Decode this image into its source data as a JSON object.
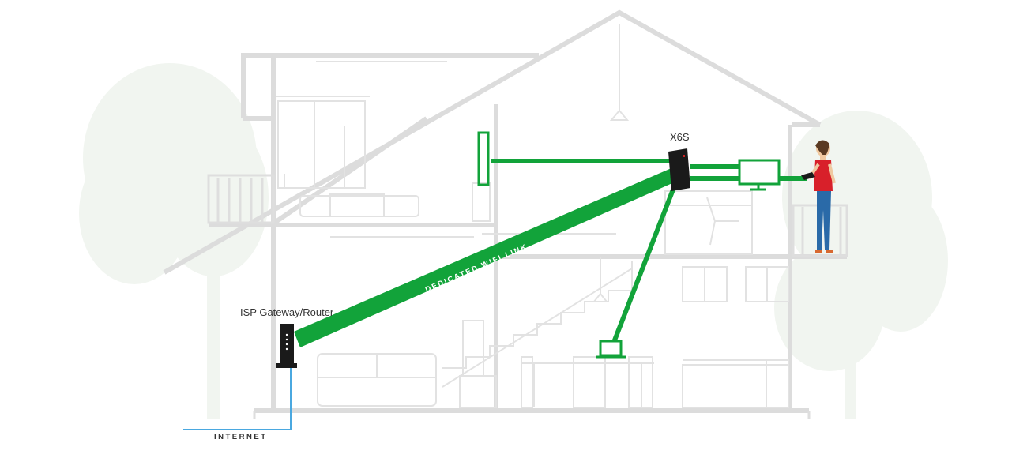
{
  "diagram": {
    "labels": {
      "isp_router": "ISP Gateway/Router",
      "extender": "X6S",
      "wifi_link": "DEDICATED WIFI LINK",
      "internet": "INTERNET"
    },
    "colors": {
      "link_green": "#12a33a",
      "cable_blue": "#4aa8e0",
      "house_outline": "#dcdcdc",
      "device_black": "#1a1a1a",
      "person_shirt": "#d8202a",
      "person_jeans": "#2a6aa8"
    },
    "icons": [
      "router-icon",
      "extender-icon",
      "monitor-icon",
      "laptop-icon",
      "tablet-icon",
      "tv-icon",
      "person-icon",
      "tree-icon"
    ]
  }
}
